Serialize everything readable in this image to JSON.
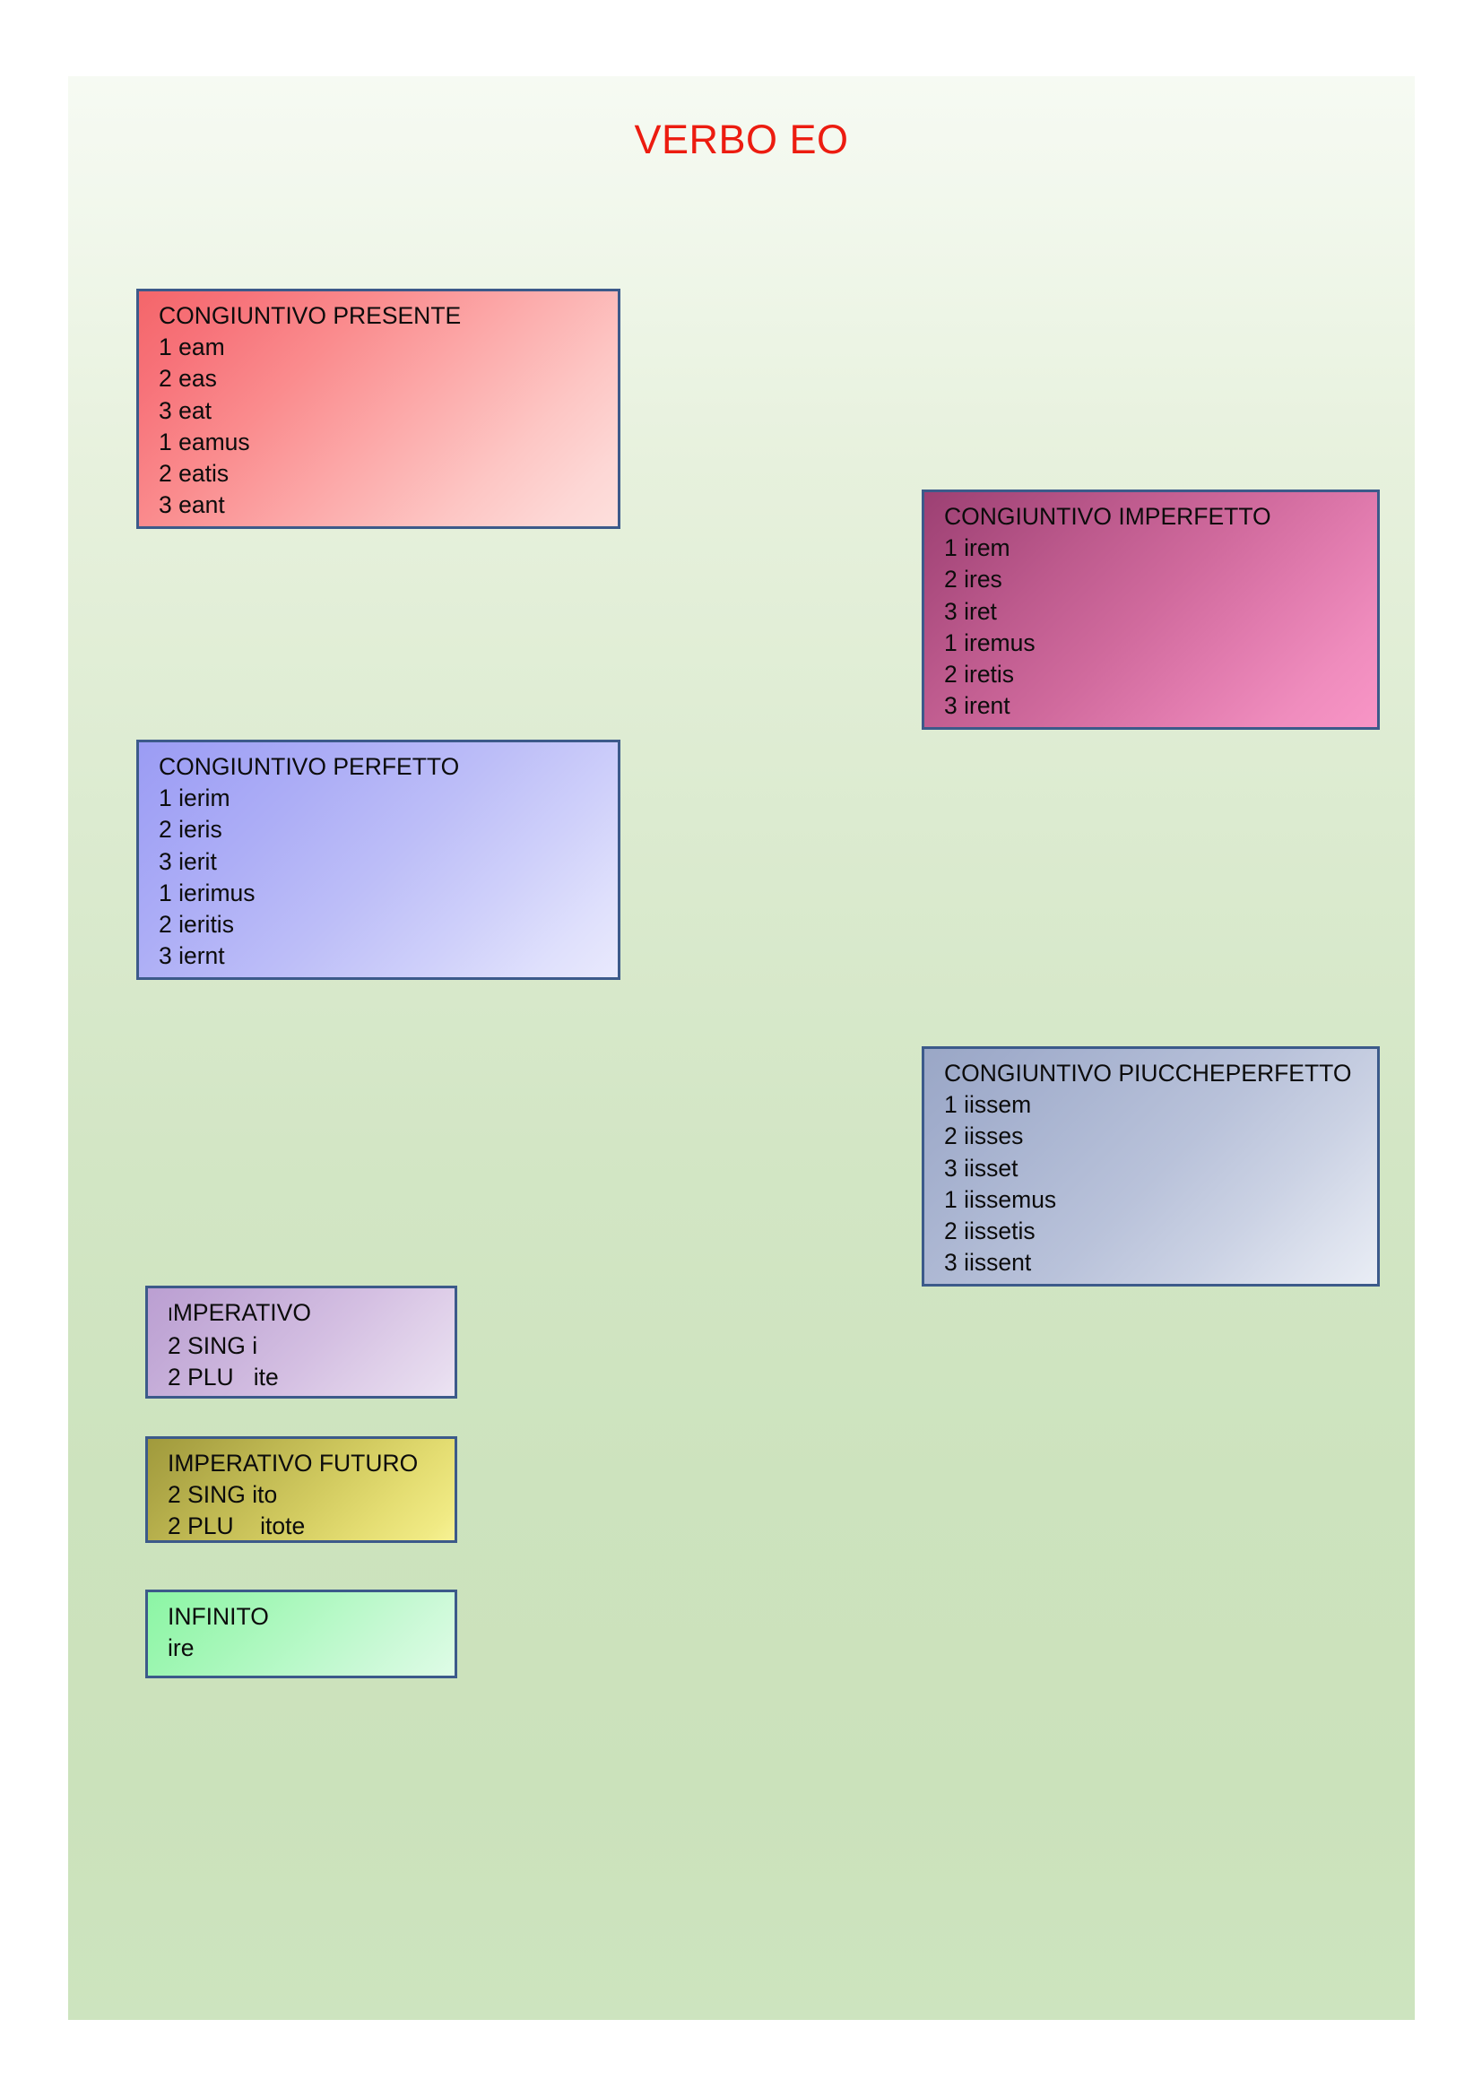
{
  "page": {
    "title": "VERBO EO",
    "title_color": "#ec1c10",
    "background": "light green vertical gradient",
    "border_color": "#3c5a8a"
  },
  "cards": [
    {
      "id": "cong-presente",
      "title": "CONGIUNTIVO PRESENTE",
      "accent": "#f4666a",
      "lines": [
        "1 eam",
        "2 eas",
        "3 eat",
        "1 eamus",
        "2 eatis",
        "3 eant"
      ]
    },
    {
      "id": "cong-imperfetto",
      "title": "CONGIUNTIVO IMPERFETTO",
      "accent": "#d06a9d",
      "lines": [
        "1 irem",
        "2 ires",
        "3 iret",
        "1 iremus",
        "2 iretis",
        "3 irent"
      ]
    },
    {
      "id": "cong-perfetto",
      "title": "CONGIUNTIVO PERFETTO",
      "accent": "#adaef6",
      "lines": [
        "1 ierim",
        "2 ieris",
        "3 ierit",
        "1 ierimus",
        "2 ieritis",
        "3 iernt"
      ]
    },
    {
      "id": "cong-piuccheperfetto",
      "title": "CONGIUNTIVO PIUCCHEPERFETTO",
      "accent": "#abb6d2",
      "lines": [
        "1 iissem",
        "2 iisses",
        "3 iisset",
        "1 iissemus",
        "2 iissetis",
        "3 iissent"
      ]
    },
    {
      "id": "imperativo",
      "title_initial": "I",
      "title_rest": "MPERATIVO",
      "accent": "#c9b2db",
      "lines": [
        "2 SING i",
        "2 PLU   ite"
      ]
    },
    {
      "id": "imperativo-futuro",
      "title": "IMPERATIVO FUTURO",
      "accent": "#d2cb60",
      "lines": [
        "2 SING ito",
        "2 PLU    itote"
      ]
    },
    {
      "id": "infinito",
      "title": "INFINITO",
      "accent": "#a6f7b9",
      "lines": [
        "ire"
      ]
    }
  ]
}
